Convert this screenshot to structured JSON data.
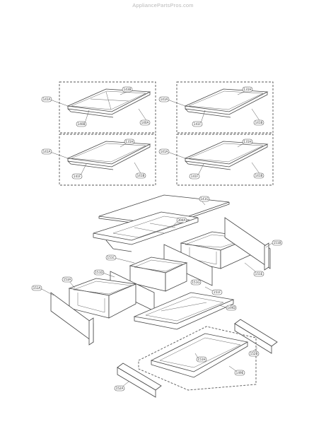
{
  "watermark": "AppliancePartsPros.com",
  "callouts": {
    "c141A_1": "141A",
    "c143B": "143B",
    "c140A": "140A",
    "c140B": "140B",
    "c141A_2": "141A",
    "c131H_1": "131H",
    "c141F_1": "141F",
    "c141B_1": "141B",
    "c141A_3": "141A",
    "c131H_2": "131H",
    "c141F_2": "141F",
    "c141B_2": "141B",
    "c141A_4": "141A",
    "c131H_3": "131H",
    "c141F_3": "141F",
    "c141B_3": "141B",
    "c141G": "141G",
    "c394A": "394A",
    "c151B": "151B",
    "c151C": "151C",
    "c151D": "151D",
    "c151A": "151A",
    "c153A": "153A",
    "c151E": "151E",
    "c151F": "151F",
    "c151G": "151G",
    "c149D": "149D",
    "c152B": "152B",
    "c152A": "152A",
    "c151H": "151H",
    "c149E": "149E"
  }
}
